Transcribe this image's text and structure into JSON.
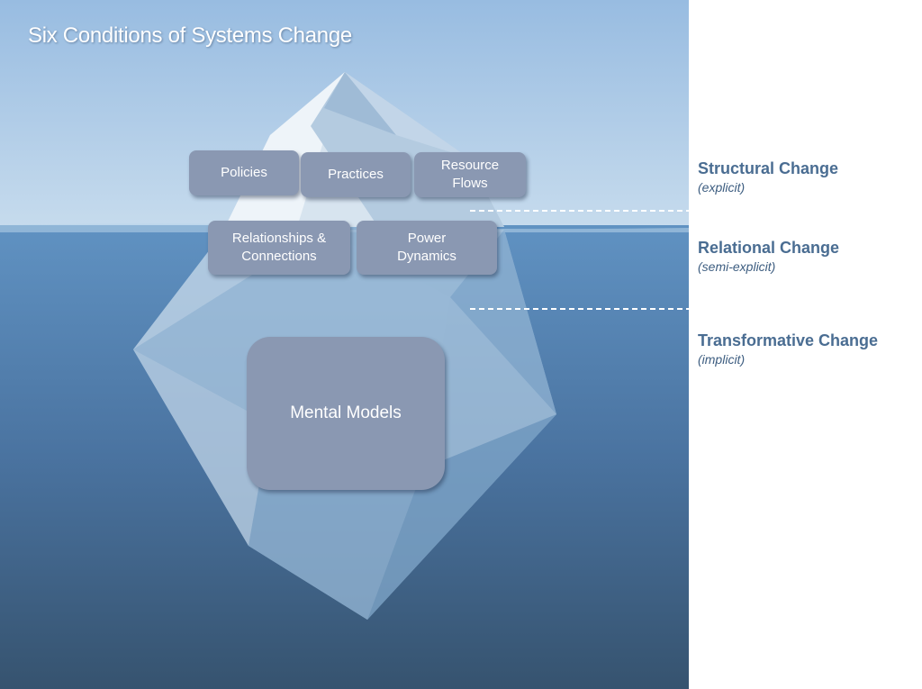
{
  "title": "Six Conditions of Systems Change",
  "conditions": {
    "policies": "Policies",
    "practices": "Practices",
    "resource_flows": "Resource\nFlows",
    "relationships": "Relationships &\nConnections",
    "power_dynamics": "Power\nDynamics",
    "mental_models": "Mental Models"
  },
  "levels": [
    {
      "name": "Structural Change",
      "note": "(explicit)"
    },
    {
      "name": "Relational Change",
      "note": "(semi-explicit)"
    },
    {
      "name": "Transformative Change",
      "note": "(implicit)"
    }
  ],
  "colors": {
    "sky_top": "#98bce1",
    "sky_bottom": "#c8dcec",
    "water_top": "#5e90c0",
    "water_bottom": "#38567a",
    "box": "#8a98b2",
    "level_text": "#4a6d92"
  }
}
